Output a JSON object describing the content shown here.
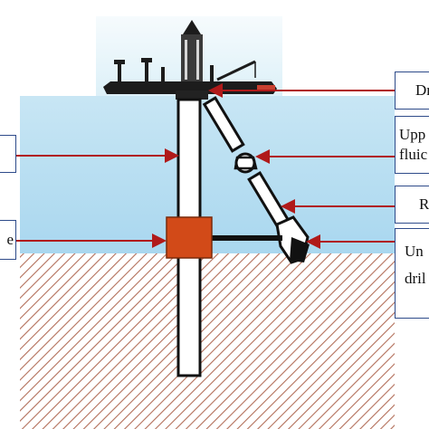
{
  "labels": {
    "drilling_vessel": "Dr",
    "upper_fluid_line1": "Upp",
    "upper_fluid_line2": "fluic",
    "riser": "R",
    "lower_drill_line1": "Un",
    "lower_drill_line2": "dril",
    "left_top": "",
    "left_bottom": "e"
  },
  "colors": {
    "sky": "#eef8fb",
    "sea_top": "#c8e6f4",
    "sea_bottom": "#a9d7ef",
    "seabed_hatch": "#b36f5a",
    "arrow": "#b01a1a",
    "bop": "#d24a18",
    "label_border": "#2e4b8a"
  }
}
